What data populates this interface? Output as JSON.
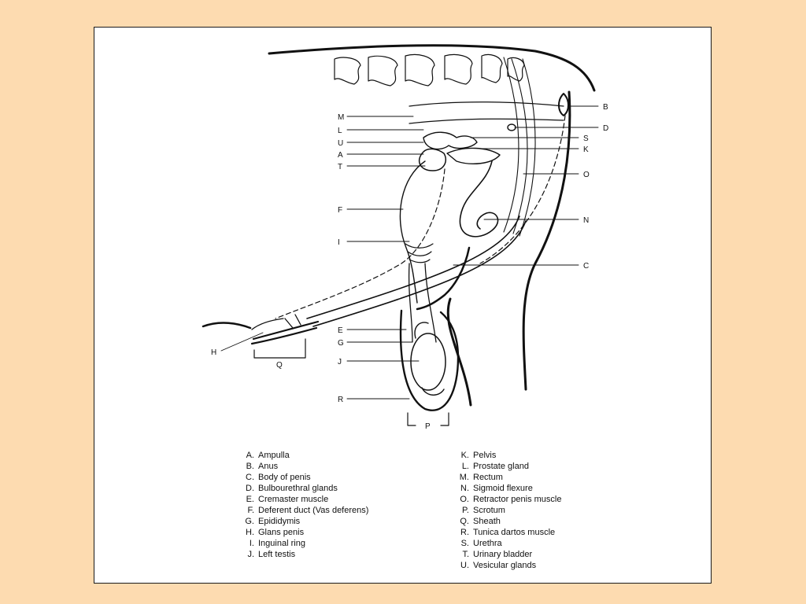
{
  "palette": {
    "background": "#FDDBB0",
    "panel": "#FFFFFF",
    "ink": "#111111"
  },
  "callouts": {
    "A": "A",
    "B": "B",
    "C": "C",
    "D": "D",
    "E": "E",
    "F": "F",
    "G": "G",
    "H": "H",
    "I": "I",
    "J": "J",
    "K": "K",
    "L": "L",
    "M": "M",
    "N": "N",
    "O": "O",
    "P": "P",
    "Q": "Q",
    "R": "R",
    "S": "S",
    "T": "T",
    "U": "U"
  },
  "legend": {
    "left": [
      {
        "key": "A.",
        "label": "Ampulla"
      },
      {
        "key": "B.",
        "label": "Anus"
      },
      {
        "key": "C.",
        "label": "Body of penis"
      },
      {
        "key": "D.",
        "label": "Bulbourethral glands"
      },
      {
        "key": "E.",
        "label": "Cremaster muscle"
      },
      {
        "key": "F.",
        "label": "Deferent duct (Vas deferens)"
      },
      {
        "key": "G.",
        "label": "Epididymis"
      },
      {
        "key": "H.",
        "label": "Glans penis"
      },
      {
        "key": "I.",
        "label": "Inguinal ring"
      },
      {
        "key": "J.",
        "label": "Left testis"
      }
    ],
    "right": [
      {
        "key": "K.",
        "label": "Pelvis"
      },
      {
        "key": "L.",
        "label": "Prostate gland"
      },
      {
        "key": "M.",
        "label": "Rectum"
      },
      {
        "key": "N.",
        "label": "Sigmoid flexure"
      },
      {
        "key": "O.",
        "label": "Retractor penis muscle"
      },
      {
        "key": "P.",
        "label": "Scrotum"
      },
      {
        "key": "Q.",
        "label": "Sheath"
      },
      {
        "key": "R.",
        "label": "Tunica dartos muscle"
      },
      {
        "key": "S.",
        "label": "Urethra"
      },
      {
        "key": "T.",
        "label": "Urinary bladder"
      },
      {
        "key": "U.",
        "label": "Vesicular glands"
      }
    ]
  }
}
